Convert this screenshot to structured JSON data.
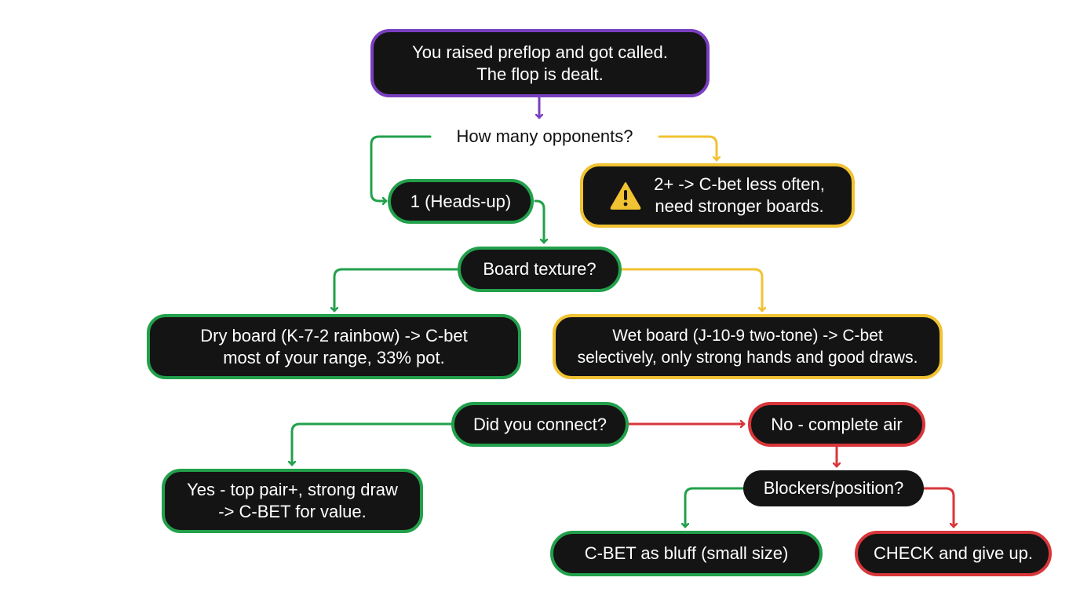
{
  "colors": {
    "purple": "#7a3fc0",
    "green": "#22a04b",
    "yellow": "#f1c232",
    "red": "#d8363a",
    "node_fill": "#141414"
  },
  "nodes": {
    "start": {
      "line1": "You raised preflop and got called.",
      "line2": "The flop is dealt."
    },
    "q_opponents": "How many opponents?",
    "heads_up": "1 (Heads-up)",
    "multiway": {
      "line1": "2+ -> C-bet less often,",
      "line2": "need stronger boards.",
      "icon": "warning-triangle-icon"
    },
    "q_board": "Board texture?",
    "dry": {
      "line1": "Dry board (K-7-2 rainbow) -> C-bet",
      "line2": "most of your range, 33% pot."
    },
    "wet": {
      "line1": "Wet board (J-10-9 two-tone) -> C-bet",
      "line2": "selectively, only strong hands and good draws."
    },
    "q_connect": "Did you connect?",
    "yes": {
      "line1": "Yes - top pair+, strong draw",
      "line2": "-> C-BET for value."
    },
    "no": "No - complete air",
    "q_blockers": "Blockers/position?",
    "bluff": "C-BET as bluff (small size)",
    "check": "CHECK and give up."
  }
}
